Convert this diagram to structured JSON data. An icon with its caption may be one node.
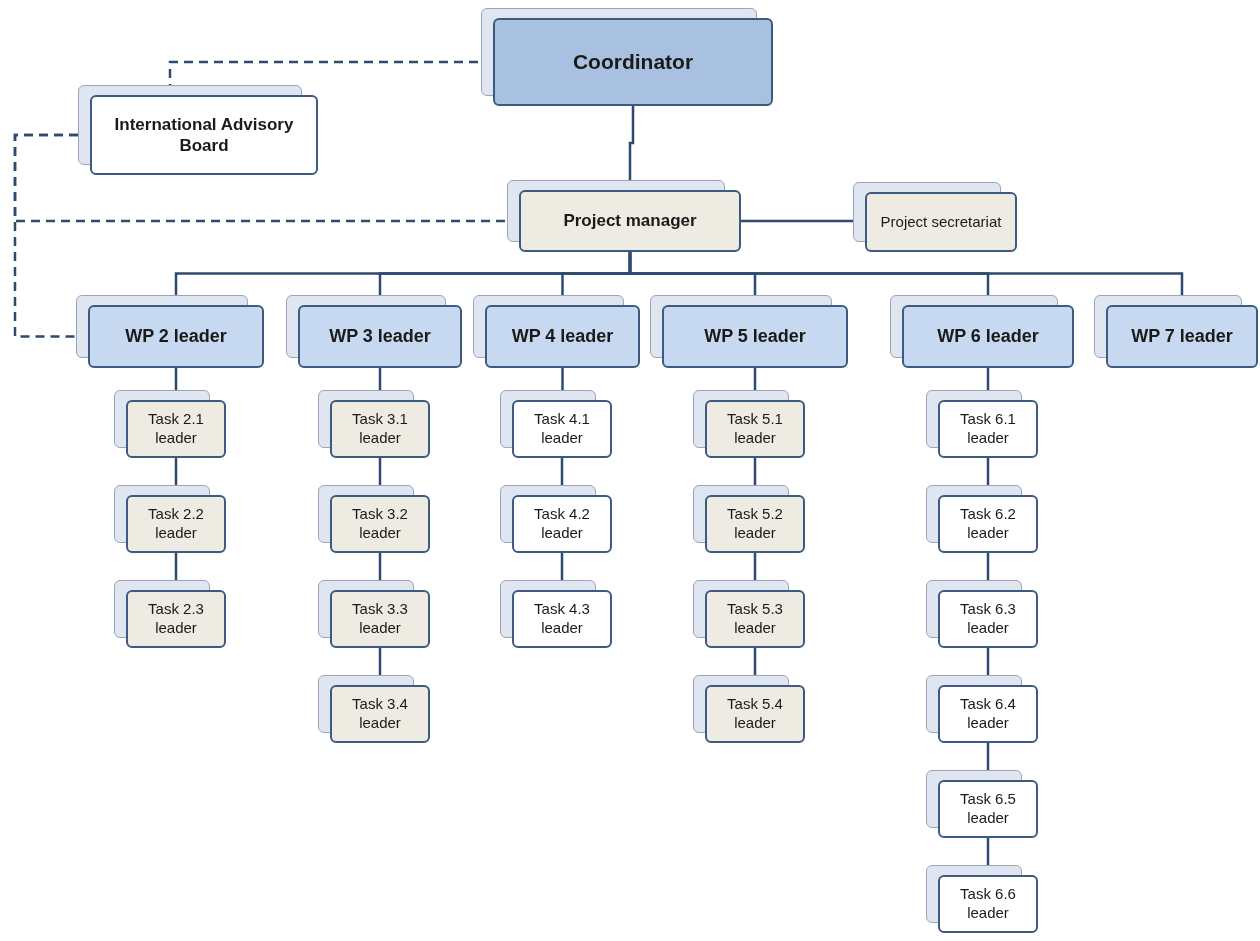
{
  "diagram": {
    "nodes": [
      {
        "text": [
          "Coordinator"
        ]
      },
      {
        "text": [
          "International Advisory Board"
        ]
      },
      {
        "text": [
          "Project manager"
        ]
      },
      {
        "text": [
          "Project secretariat"
        ]
      },
      {
        "text": [
          "WP 2 leader"
        ]
      },
      {
        "text": [
          "WP 3 leader"
        ]
      },
      {
        "text": [
          "WP 4 leader"
        ]
      },
      {
        "text": [
          "WP 5 leader"
        ]
      },
      {
        "text": [
          "WP 6 leader"
        ]
      },
      {
        "text": [
          "WP 7 leader"
        ]
      },
      {
        "text": [
          "Task 2.1 leader"
        ]
      },
      {
        "text": [
          "Task 2.2 leader"
        ]
      },
      {
        "text": [
          "Task 2.3 leader"
        ]
      },
      {
        "text": [
          "Task 3.1 leader"
        ]
      },
      {
        "text": [
          "Task 3.2 leader"
        ]
      },
      {
        "text": [
          "Task 3.3 leader"
        ]
      },
      {
        "text": [
          "Task 3.4 leader"
        ]
      },
      {
        "text": [
          "Task 4.1 leader"
        ]
      },
      {
        "text": [
          "Task 4.2 leader"
        ]
      },
      {
        "text": [
          "Task 4.3 leader"
        ]
      },
      {
        "text": [
          "Task 5.1 leader"
        ]
      },
      {
        "text": [
          "Task 5.2 leader"
        ]
      },
      {
        "text": [
          "Task 5.3 leader"
        ]
      },
      {
        "text": [
          "Task 5.4 leader"
        ]
      },
      {
        "text": [
          "Task 6.1 leader"
        ]
      },
      {
        "text": [
          "Task 6.2 leader"
        ]
      },
      {
        "text": [
          "Task 6.3 leader"
        ]
      },
      {
        "text": [
          "Task 6.4 leader"
        ]
      },
      {
        "text": [
          "Task 6.5 leader"
        ]
      },
      {
        "text": [
          "Task 6.6 leader"
        ]
      }
    ],
    "edges": [
      {
        "from": 0,
        "to": 1,
        "arrow": "none",
        "style": "dashed"
      },
      {
        "from": 1,
        "to": 2,
        "arrow": "none",
        "style": "dashed"
      },
      {
        "from": 1,
        "to": 4,
        "arrow": "none",
        "style": "dashed"
      },
      {
        "from": 0,
        "to": 2,
        "arrow": "none"
      },
      {
        "from": 2,
        "to": 3,
        "arrow": "none"
      },
      {
        "from": 2,
        "to": 4,
        "arrow": "none"
      },
      {
        "from": 2,
        "to": 5,
        "arrow": "none"
      },
      {
        "from": 2,
        "to": 6,
        "arrow": "none"
      },
      {
        "from": 2,
        "to": 7,
        "arrow": "none"
      },
      {
        "from": 2,
        "to": 8,
        "arrow": "none"
      },
      {
        "from": 2,
        "to": 9,
        "arrow": "none"
      },
      {
        "from": 4,
        "to": 10,
        "arrow": "none"
      },
      {
        "from": 10,
        "to": 11,
        "arrow": "none"
      },
      {
        "from": 11,
        "to": 12,
        "arrow": "none"
      },
      {
        "from": 5,
        "to": 13,
        "arrow": "none"
      },
      {
        "from": 13,
        "to": 14,
        "arrow": "none"
      },
      {
        "from": 14,
        "to": 15,
        "arrow": "none"
      },
      {
        "from": 15,
        "to": 16,
        "arrow": "none"
      },
      {
        "from": 6,
        "to": 17,
        "arrow": "none"
      },
      {
        "from": 17,
        "to": 18,
        "arrow": "none"
      },
      {
        "from": 18,
        "to": 19,
        "arrow": "none"
      },
      {
        "from": 7,
        "to": 20,
        "arrow": "none"
      },
      {
        "from": 20,
        "to": 21,
        "arrow": "none"
      },
      {
        "from": 21,
        "to": 22,
        "arrow": "none"
      },
      {
        "from": 22,
        "to": 23,
        "arrow": "none"
      },
      {
        "from": 8,
        "to": 24,
        "arrow": "none"
      },
      {
        "from": 24,
        "to": 25,
        "arrow": "none"
      },
      {
        "from": 25,
        "to": 26,
        "arrow": "none"
      },
      {
        "from": 26,
        "to": 27,
        "arrow": "none"
      },
      {
        "from": 27,
        "to": 28,
        "arrow": "none"
      },
      {
        "from": 28,
        "to": 29,
        "arrow": "none"
      }
    ]
  }
}
